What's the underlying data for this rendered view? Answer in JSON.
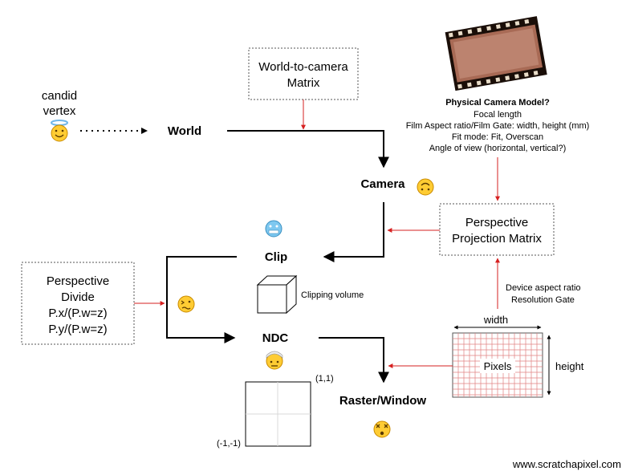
{
  "colors": {
    "arrow_black": "#000000",
    "arrow_red": "#d62020",
    "box_border": "#555555",
    "grid_line": "#e08080"
  },
  "vertex": {
    "line1": "candid",
    "line2": "vertex",
    "emoji": "smiling-face-with-halo-icon"
  },
  "world_to_camera": {
    "line1": "World-to-camera",
    "line2": "Matrix"
  },
  "stages": {
    "world": "World",
    "camera": "Camera",
    "clip": "Clip",
    "ndc": "NDC",
    "raster": "Raster/Window"
  },
  "camera_model": {
    "title": "Physical Camera Model?",
    "lines": [
      "Focal length",
      "Film Aspect ratio/Film Gate: width, height (mm)",
      "Fit mode: Fit, Overscan",
      "Angle of view (horizontal, vertical?)"
    ]
  },
  "projection_matrix": {
    "line1": "Perspective",
    "line2": "Projection Matrix"
  },
  "perspective_divide": {
    "line1": "Perspective",
    "line2": "Divide",
    "line3": "P.x/(P.w=z)",
    "line4": "P.y/(P.w=z)"
  },
  "clipping_volume_label": "Clipping volume",
  "device": {
    "line1": "Device aspect ratio",
    "line2": "Resolution Gate"
  },
  "pixels": {
    "label": "Pixels",
    "width_label": "width",
    "height_label": "height"
  },
  "ndc_square": {
    "top_right": "(1,1)",
    "bottom_left": "(-1,-1)"
  },
  "footer": "www.scratchapixel.com"
}
